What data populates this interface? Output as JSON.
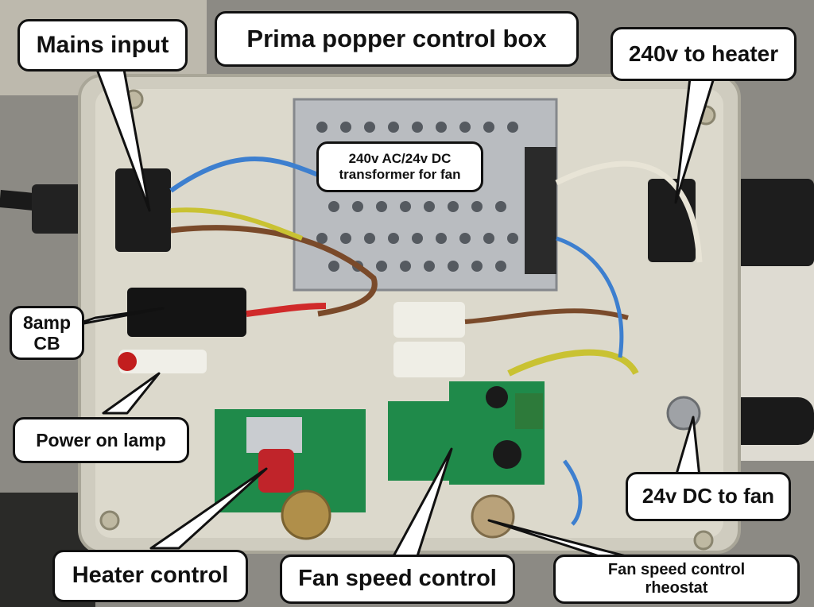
{
  "image": {
    "description_free": true,
    "colors": {
      "enclosure": "#d9d6c8",
      "psu_metal": "#b9bcc0",
      "pcb_green": "#1f8a4a",
      "wire_brown": "#7a4a2a",
      "wire_blue": "#3d7fcf",
      "wire_yellow_green": "#c9c232",
      "callout_fill": "#ffffff",
      "callout_stroke": "#111111"
    }
  },
  "labels": {
    "title": "Prima popper control box",
    "mains_input": "Mains input",
    "heater_240v": "240v to heater",
    "transformer_line1": "240v AC/24v DC",
    "transformer_line2": "transformer for fan",
    "breaker_line1": "8amp",
    "breaker_line2": "CB",
    "power_lamp": "Power on lamp",
    "fan_24v": "24v DC to fan",
    "heater_control": "Heater control",
    "fan_speed_control": "Fan speed control",
    "rheostat_line1": "Fan speed control",
    "rheostat_line2": "rheostat"
  }
}
